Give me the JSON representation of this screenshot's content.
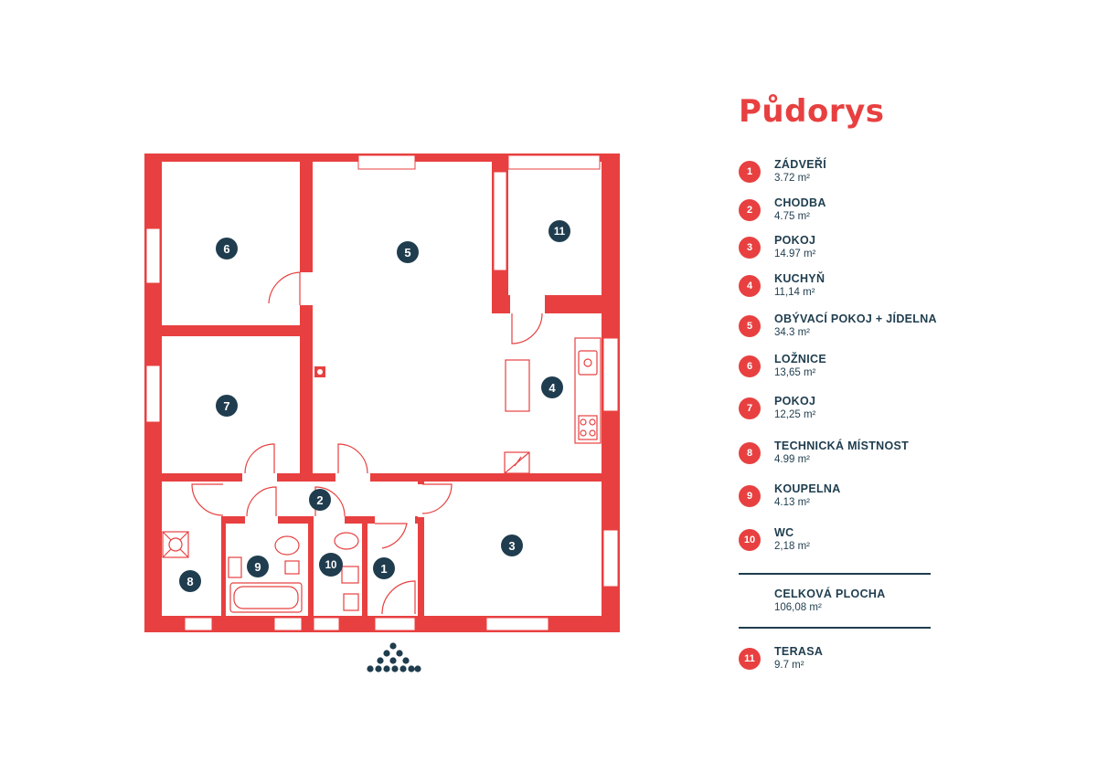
{
  "title": "Půdorys",
  "colors": {
    "wall": "#e84040",
    "accent": "#e84040",
    "text": "#1f3d4e",
    "marker": "#1f3d4e"
  },
  "rooms": [
    {
      "num": "1",
      "name": "ZÁDVEŘÍ",
      "area": "3.72 m²"
    },
    {
      "num": "2",
      "name": "CHODBA",
      "area": "4.75 m²"
    },
    {
      "num": "3",
      "name": "POKOJ",
      "area": "14.97 m²"
    },
    {
      "num": "4",
      "name": "KUCHYŇ",
      "area": "11,14 m²"
    },
    {
      "num": "5",
      "name": "OBÝVACÍ POKOJ + JÍDELNA",
      "area": "34.3 m²"
    },
    {
      "num": "6",
      "name": "LOŽNICE",
      "area": "13,65 m²"
    },
    {
      "num": "7",
      "name": "POKOJ",
      "area": "12,25 m²"
    },
    {
      "num": "8",
      "name": "TECHNICKÁ MÍSTNOST",
      "area": "4.99  m²"
    },
    {
      "num": "9",
      "name": "KOUPELNA",
      "area": "4.13 m²"
    },
    {
      "num": "10",
      "name": "WC",
      "area": "2,18 m²"
    }
  ],
  "total": {
    "label": "CELKOVÁ PLOCHA",
    "value": "106,08 m²"
  },
  "terrace": {
    "num": "11",
    "name": "TERASA",
    "area": "9.7 m²"
  }
}
